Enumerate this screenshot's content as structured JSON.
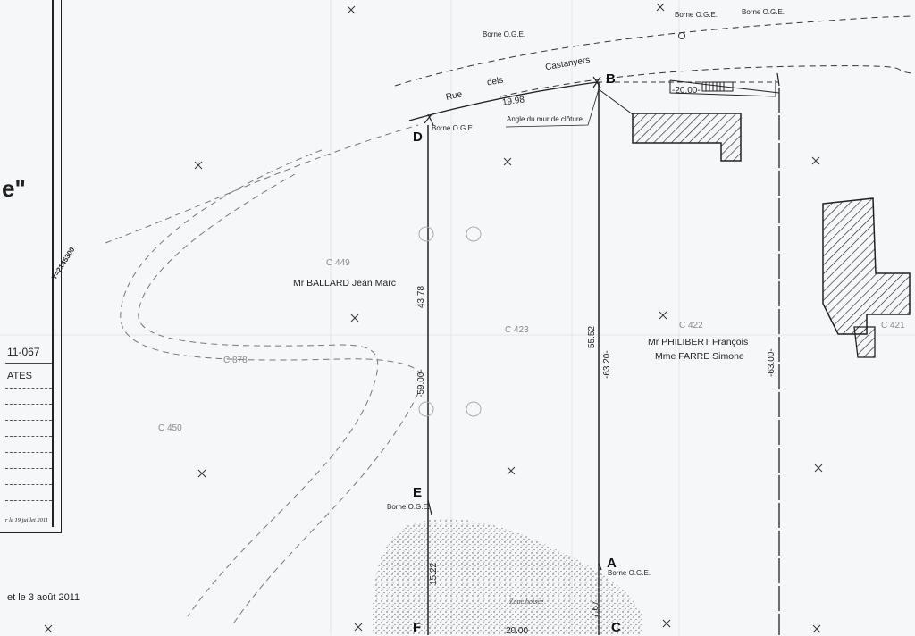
{
  "title_block": {
    "title_fragment": "e\"",
    "ref": "11-067",
    "word": "ATES",
    "date_note": "r le 19 juillet 2011",
    "coordinate": "Y=2145300",
    "bottom_note": "et le 3 août 2011"
  },
  "street": {
    "word1": "Rue",
    "word2": "dels",
    "word3": "Castanyers"
  },
  "points": {
    "A": "A",
    "B": "B",
    "C": "C",
    "D": "D",
    "E": "E",
    "F": "F"
  },
  "bornes": {
    "top1": "Borne O.G.E.",
    "top2": "Borne O.G.E.",
    "top3": "Borne O.G.E.",
    "d": "Borne O.G.E.",
    "e": "Borne O.G.E.",
    "a": "Borne O.G.E."
  },
  "annotations": {
    "wall_angle": "Angle du mur de clôture",
    "wooded_zone": "Zone boisée"
  },
  "dimensions": {
    "db": "19.98",
    "top_right": "-20.00-",
    "de_upper": "43.78",
    "de_total": "-59.00-",
    "ef": "15.22",
    "bc_upper": "55.52",
    "bc_total": "-63.20-",
    "right_total": "-63.00-",
    "ac": "7.67",
    "bottom": "20.00"
  },
  "parcels": {
    "c449": "C 449",
    "c423": "C 423",
    "c422": "C 422",
    "c421": "C 421",
    "c878": "C 878",
    "c450": "C 450"
  },
  "owners": {
    "ballard": "Mr BALLARD Jean Marc",
    "philibert": "Mr PHILIBERT François",
    "farre": "Mme FARRE Simone"
  },
  "colors": {
    "ink": "#222222",
    "faint": "#8a8a8a",
    "paper": "#f6f7f9"
  }
}
